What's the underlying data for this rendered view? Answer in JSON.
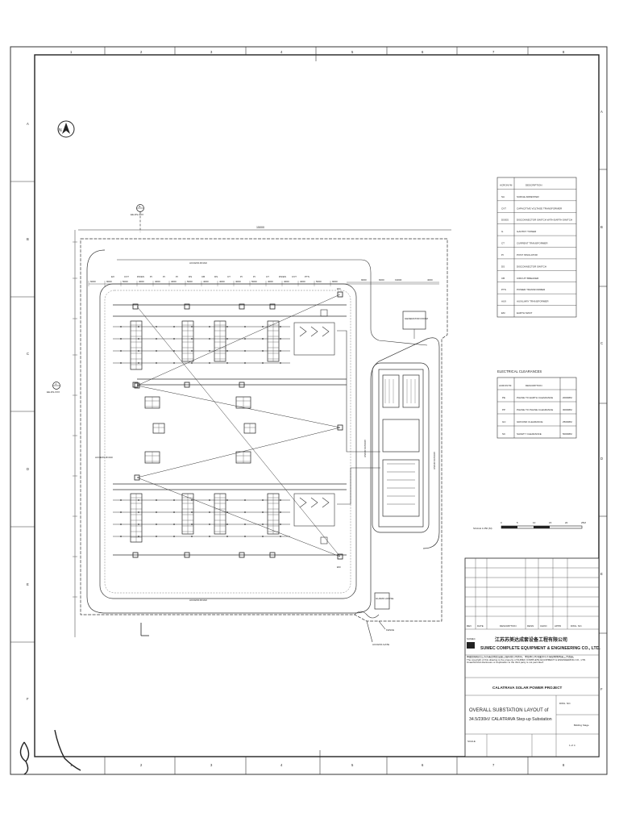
{
  "grid": {
    "columns": [
      "1",
      "2",
      "3",
      "4",
      "5",
      "6",
      "7",
      "8"
    ],
    "rows": [
      "A",
      "B",
      "C",
      "D",
      "E",
      "F"
    ]
  },
  "section_markers": [
    {
      "letter": "B",
      "ref": "EE-DS-XXX"
    },
    {
      "letter": "A",
      "ref": "EE-DS-XXX"
    }
  ],
  "overall_dimension": "15000",
  "dimensions": {
    "top_row": [
      "6000",
      "9000",
      "5000",
      "4000",
      "4000",
      "4000",
      "5000",
      "4000",
      "4000",
      "4000",
      "5000",
      "4000",
      "4000",
      "4000",
      "5000",
      "9000"
    ],
    "right_top": [
      "9000",
      "6000",
      "19000",
      "4000"
    ]
  },
  "bay_labels": [
    "EX",
    "CVT",
    "DS/ES",
    "PI",
    "PI",
    "PI",
    "DS",
    "CB",
    "DS",
    "CT",
    "PI",
    "PI",
    "CT",
    "DS/ES",
    "CVT",
    "PTS"
  ],
  "labels": {
    "access_road_top": "ACCESS ROAD",
    "access_road_bottom": "ACCESS ROAD",
    "access_road_left": "ACCESS ROAD",
    "access_road_center": "ACCESS ROAD",
    "access_road_right": "ACCESS ROAD",
    "generator_room": "GENERATOR ROOM",
    "guard_house": "GUARD HOUSE",
    "fence": "FENCE",
    "access_gate": "ACCESS GATE",
    "em_top": "EM",
    "em_bottom": "EM"
  },
  "acronym_table": {
    "headers": [
      "ACRONYM",
      "DESCRIPTION"
    ],
    "rows": [
      [
        "SA",
        "SURGE ARRESTER"
      ],
      [
        "CVT",
        "CAPACITIVE VOLTAGE TRANSFORMER"
      ],
      [
        "DS/ES",
        "DISCONNECTOR SWITCH WITH EARTH SWITCH"
      ],
      [
        "G",
        "GANTRY TOWER"
      ],
      [
        "CT",
        "CURRENT TRANSFORMER"
      ],
      [
        "PI",
        "POST INSULATOR"
      ],
      [
        "DS",
        "DISCONNECTOR SWITCH"
      ],
      [
        "CB",
        "CIRCUIT BREAKER"
      ],
      [
        "PTS",
        "POWER TRANSFORMER"
      ],
      [
        "AUX",
        "AUXILIARY TRANSFORMER"
      ],
      [
        "EM",
        "EARTH MAST"
      ]
    ]
  },
  "clearances": {
    "title": "ELECTRICAL CLEARANCES",
    "headers": [
      "ACRONYM",
      "DESCRIPTION",
      ""
    ],
    "rows": [
      [
        "PE",
        "PHASE TO EARTH CLEARANCE",
        "2000MM"
      ],
      [
        "PP",
        "PHASE TO PHASE CLEARANCE",
        "3000MM"
      ],
      [
        "GC",
        "GROUND CLEARANCE",
        "2500MM"
      ],
      [
        "SC",
        "SAFETY CLEARANCE",
        "5000MM"
      ]
    ]
  },
  "scale_bar": {
    "label": "SCALE 1:250 (M)",
    "ticks": [
      "0",
      "5",
      "10",
      "15",
      "20",
      "25M"
    ]
  },
  "title_block": {
    "revision_headers": [
      "REV",
      "DATE",
      "DESCRIPTION",
      "DESN",
      "CHKD",
      "APPD",
      "DWG. NO."
    ],
    "company_zh": "江苏苏美达成套设备工程有限公司",
    "company_en": "SUMEC COMPLETE EQUIPMENT & ENGINEERING CO., LTD.",
    "logo_text": "SUMEC",
    "copyright_zh": "本图纸版权归江苏苏美达成套设备工程有限公司所有，未经本公司书面许可不得复制或向第三方透露。",
    "copyright_en": "The copyright of this drawing is the property of SUMEC COMPLETE EQUIPMENT & ENGINEERING CO., LTD. Unauthorized disclosure or duplication to the third party is not permitted.",
    "project": "CALATRAVA SOLAR POWER PROJECT",
    "drawing_title_1": "OVERALL SUBSTATION LAYOUT of",
    "drawing_title_2": "34.5/230kV CALATRAVA Step-up Substation",
    "stage": "Bidding Stage",
    "dwg_no_label": "DWG. NO.",
    "scale_label": "SCALE",
    "sheet": "1 of 4"
  },
  "colors": {
    "ink": "#2a2a2a",
    "paper": "#ffffff"
  }
}
